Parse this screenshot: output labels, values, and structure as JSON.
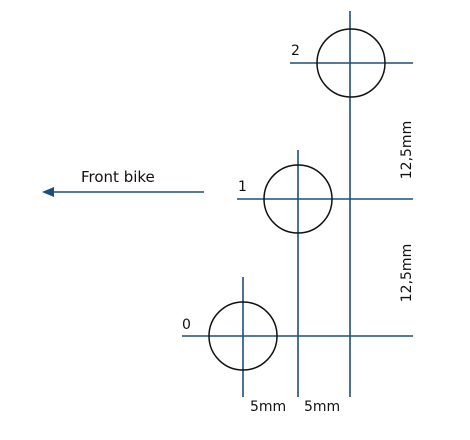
{
  "direction": {
    "label": "Front bike"
  },
  "holes": [
    {
      "label": "0"
    },
    {
      "label": "1"
    },
    {
      "label": "2"
    }
  ],
  "dimensions": {
    "vertical_spacing": [
      "12,5mm",
      "12,5mm"
    ],
    "horizontal_spacing": [
      "5mm",
      "5mm"
    ]
  },
  "colors": {
    "line": "#1f4e79",
    "circle": "#111111",
    "text": "#111111"
  }
}
